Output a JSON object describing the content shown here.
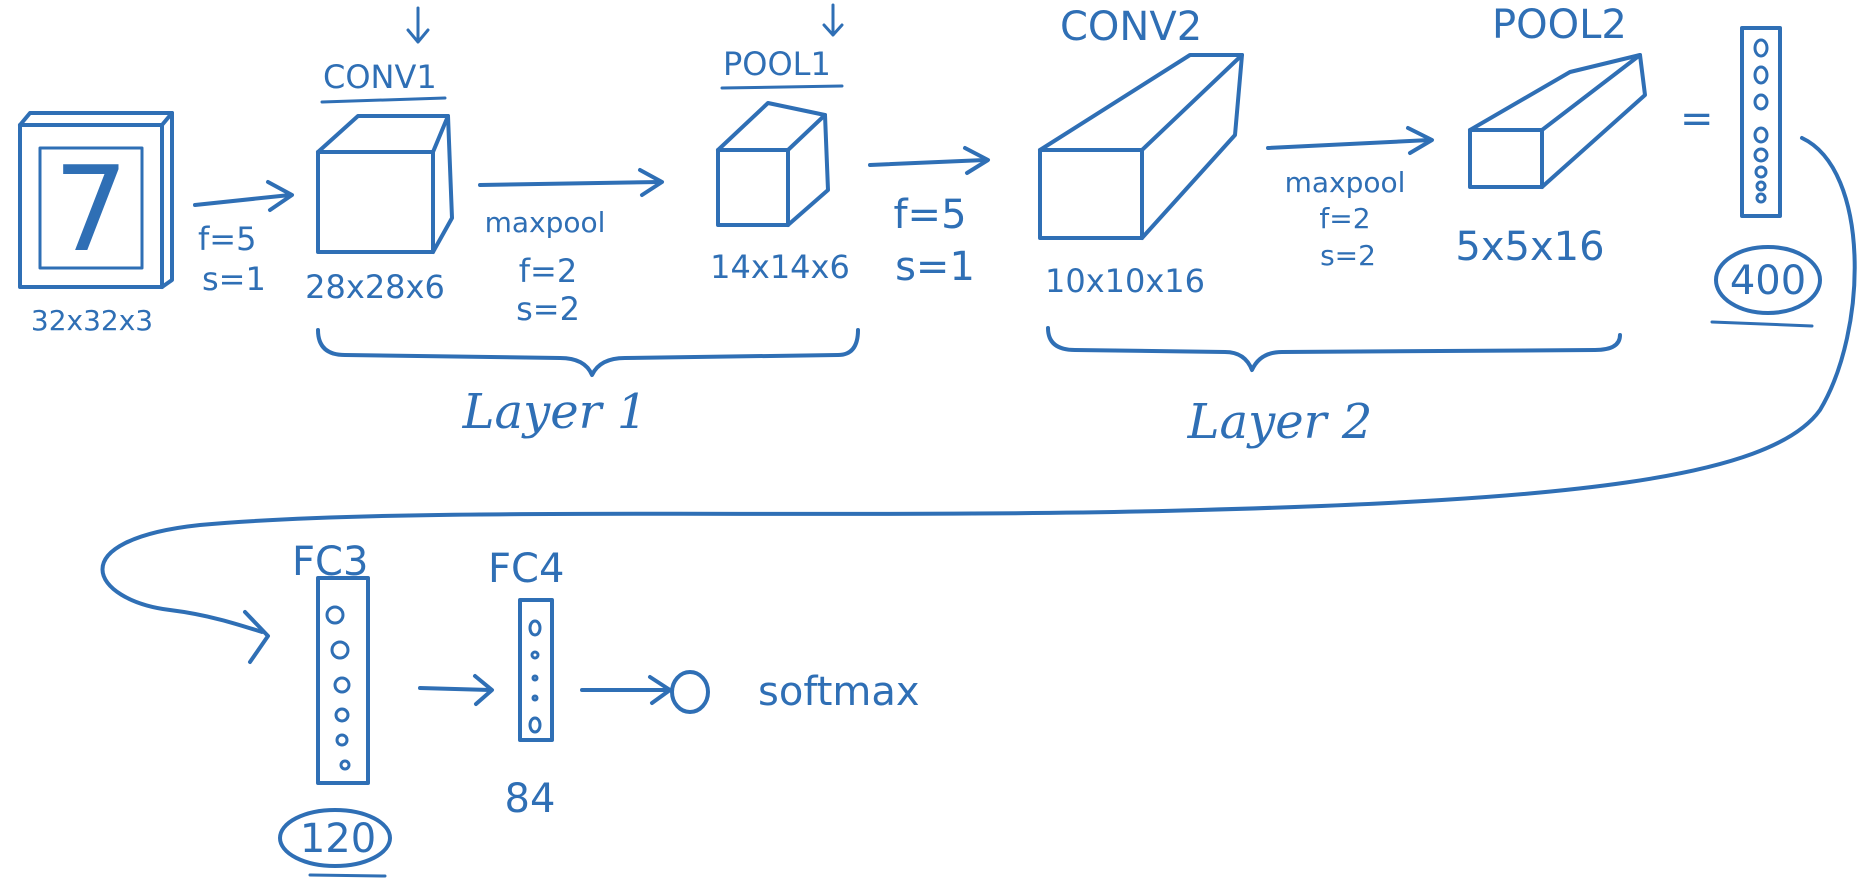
{
  "colors": {
    "ink": "#2f6fb5",
    "background": "#ffffff"
  },
  "input": {
    "digit": "7",
    "dims": "32x32x3"
  },
  "conv1": {
    "label": "CONV1",
    "dims": "28x28x6",
    "f": "f=5",
    "s": "s=1"
  },
  "pool1": {
    "label": "POOL1",
    "dims": "14x14x6",
    "method": "maxpool",
    "f": "f=2",
    "s": "s=2"
  },
  "conv2": {
    "label": "CONV2",
    "dims": "10x10x16",
    "f": "f=5",
    "s": "s=1"
  },
  "pool2": {
    "label": "POOL2",
    "dims": "5x5x16",
    "method": "maxpool",
    "f": "f=2",
    "s": "s=2"
  },
  "flatten": {
    "equals": "=",
    "units": "400"
  },
  "layer1": {
    "label": "Layer 1"
  },
  "layer2": {
    "label": "Layer 2"
  },
  "fc3": {
    "label": "FC3",
    "units": "120"
  },
  "fc4": {
    "label": "FC4",
    "units": "84"
  },
  "output": {
    "label": "softmax"
  }
}
